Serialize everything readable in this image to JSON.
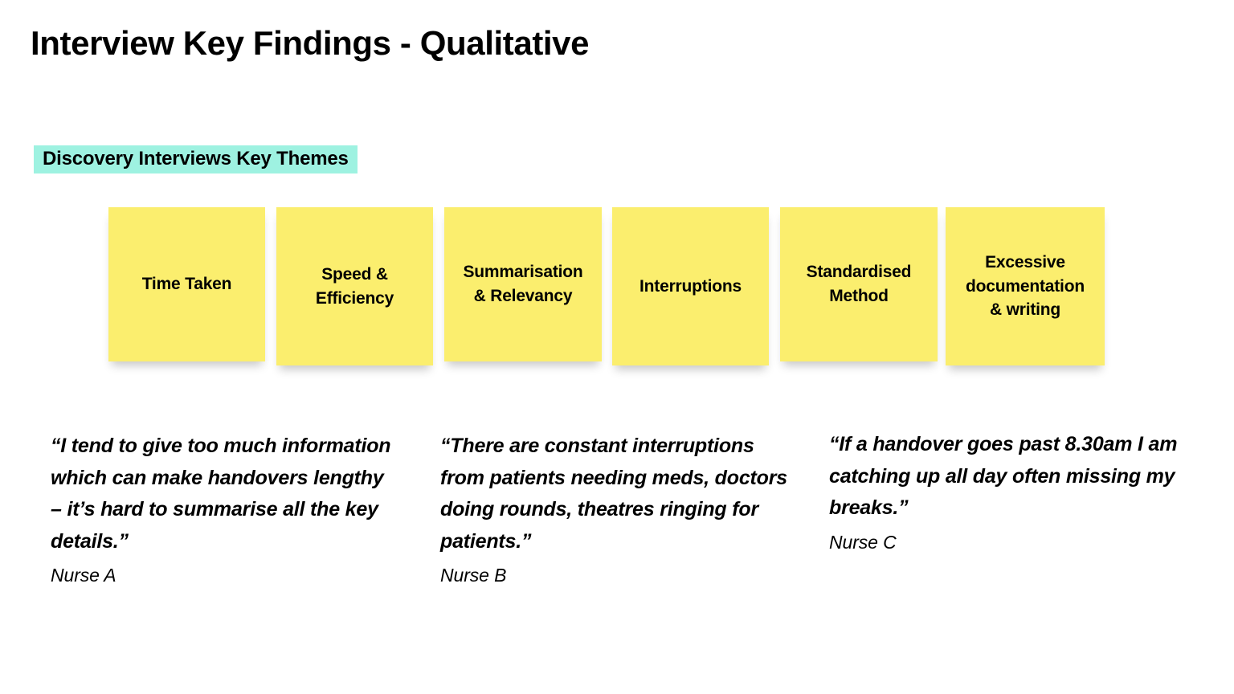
{
  "slide": {
    "title": "Interview Key Findings - Qualitative",
    "section_label": "Discovery Interviews Key Themes",
    "highlight_color": "#9EF2E1",
    "note_color": "#FBEE6E",
    "background_color": "#FFFFFF"
  },
  "themes": [
    {
      "label": "Time Taken"
    },
    {
      "label": "Speed &\nEfficiency"
    },
    {
      "label": "Summarisation\n& Relevancy"
    },
    {
      "label": "Interruptions"
    },
    {
      "label": "Standardised\nMethod"
    },
    {
      "label": "Excessive\ndocumentation\n& writing"
    }
  ],
  "quotes": [
    {
      "text": "“I tend to give too much information which can make handovers lengthy – it’s hard to summarise all the key details.”",
      "attribution": "Nurse A"
    },
    {
      "text": "“There are constant interruptions from patients needing meds, doctors doing rounds, theatres ringing for patients.”",
      "attribution": "Nurse B"
    },
    {
      "text": "“If a handover goes past 8.30am I am catching up all day often missing my breaks.”",
      "attribution": "Nurse C"
    }
  ]
}
